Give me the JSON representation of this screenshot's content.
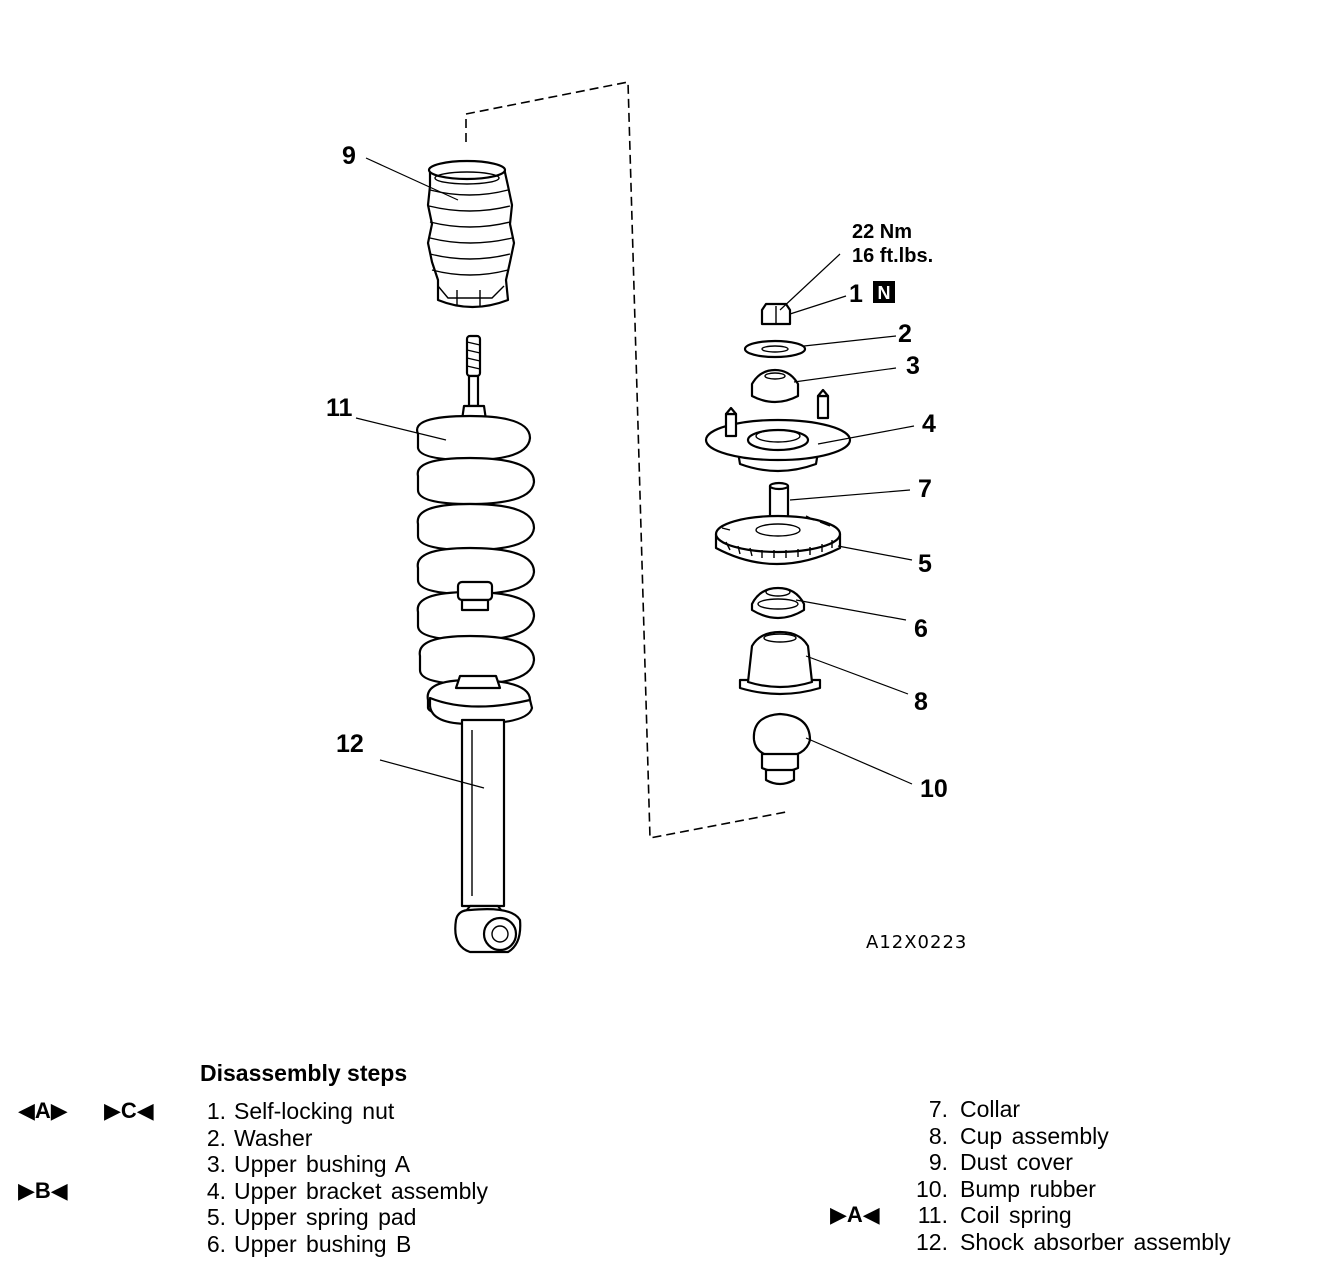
{
  "diagram": {
    "torque_nm": "22 Nm",
    "torque_ftlbs": "16 ft.lbs.",
    "figure_code": "A12X0223",
    "callouts": {
      "c1": "1",
      "c1_badge": "N",
      "c2": "2",
      "c3": "3",
      "c4": "4",
      "c5": "5",
      "c6": "6",
      "c7": "7",
      "c8": "8",
      "c9": "9",
      "c10": "10",
      "c11": "11",
      "c12": "12"
    }
  },
  "steps": {
    "heading": "Disassembly steps",
    "left": [
      {
        "num": "1.",
        "label": "Self-locking nut",
        "marks": [
          "◀A▶",
          "▶C◀"
        ]
      },
      {
        "num": "2.",
        "label": "Washer",
        "marks": []
      },
      {
        "num": "3.",
        "label": "Upper bushing A",
        "marks": []
      },
      {
        "num": "4.",
        "label": "Upper bracket assembly",
        "marks": [
          "▶B◀"
        ]
      },
      {
        "num": "5.",
        "label": "Upper spring pad",
        "marks": []
      },
      {
        "num": "6.",
        "label": "Upper bushing B",
        "marks": []
      }
    ],
    "right": [
      {
        "num": "7.",
        "label": "Collar",
        "marks": []
      },
      {
        "num": "8.",
        "label": "Cup assembly",
        "marks": []
      },
      {
        "num": "9.",
        "label": "Dust cover",
        "marks": []
      },
      {
        "num": "10.",
        "label": "Bump rubber",
        "marks": []
      },
      {
        "num": "11.",
        "label": "Coil spring",
        "marks": [
          "▶A◀"
        ]
      },
      {
        "num": "12.",
        "label": "Shock absorber assembly",
        "marks": []
      }
    ]
  }
}
